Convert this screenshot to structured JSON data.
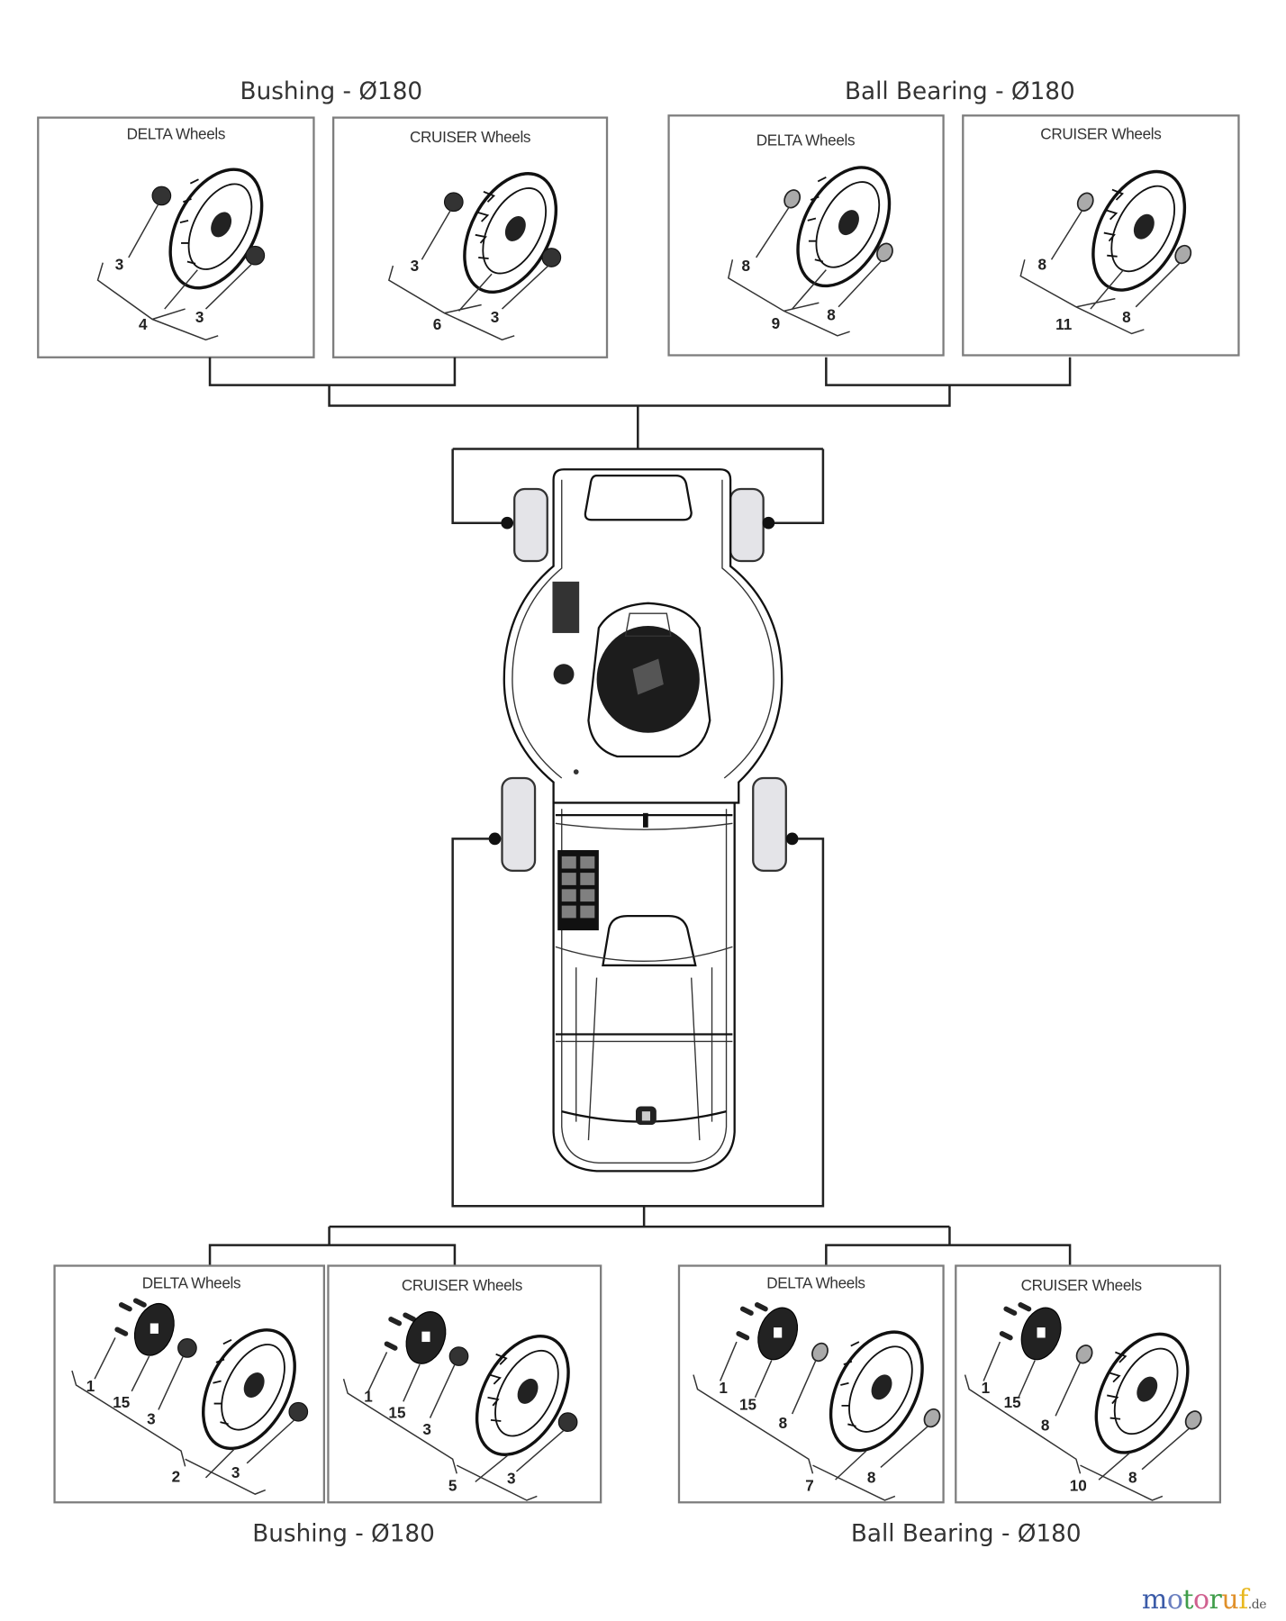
{
  "diagram": {
    "top_groups": [
      {
        "title": "Bushing - Ø180",
        "panels": [
          {
            "title": "DELTA Wheels",
            "labels": {
              "left_bushing": "3",
              "wheel": "4",
              "right_bushing": "3"
            }
          },
          {
            "title": "CRUISER Wheels",
            "labels": {
              "left_bushing": "3",
              "wheel": "6",
              "right_bushing": "3"
            }
          }
        ]
      },
      {
        "title": "Ball Bearing - Ø180",
        "panels": [
          {
            "title": "DELTA Wheels",
            "labels": {
              "left_bushing": "8",
              "wheel": "9",
              "right_bushing": "8"
            }
          },
          {
            "title": "CRUISER Wheels",
            "labels": {
              "left_bushing": "8",
              "wheel": "11",
              "right_bushing": "8"
            }
          }
        ]
      }
    ],
    "bottom_groups": [
      {
        "title": "Bushing - Ø180",
        "panels": [
          {
            "title": "DELTA Wheels",
            "labels": {
              "screw": "1",
              "cap": "15",
              "inner": "3",
              "wheel": "2",
              "outer": "3"
            }
          },
          {
            "title": "CRUISER Wheels",
            "labels": {
              "screw": "1",
              "cap": "15",
              "inner": "3",
              "wheel": "5",
              "outer": "3"
            }
          }
        ]
      },
      {
        "title": "Ball Bearing - Ø180",
        "panels": [
          {
            "title": "DELTA Wheels",
            "labels": {
              "screw": "1",
              "cap": "15",
              "inner": "8",
              "wheel": "7",
              "outer": "8"
            }
          },
          {
            "title": "CRUISER Wheels",
            "labels": {
              "screw": "1",
              "cap": "15",
              "inner": "8",
              "wheel": "10",
              "outer": "8"
            }
          }
        ]
      }
    ],
    "center_figure": "lawn-mower-top-view",
    "colors": {
      "frame": "#7d7d7d",
      "line": "#222222",
      "wheel_fill": "#e4e4e8"
    }
  },
  "watermark": {
    "letters": [
      {
        "ch": "m",
        "color": "#3b5ba8"
      },
      {
        "ch": "o",
        "color": "#6a7fc0"
      },
      {
        "ch": "t",
        "color": "#3f9d4a"
      },
      {
        "ch": "o",
        "color": "#d0608f"
      },
      {
        "ch": "r",
        "color": "#3f9d4a"
      },
      {
        "ch": "u",
        "color": "#e0902a"
      },
      {
        "ch": "f",
        "color": "#e8b81f"
      }
    ],
    "tld": ".de"
  }
}
